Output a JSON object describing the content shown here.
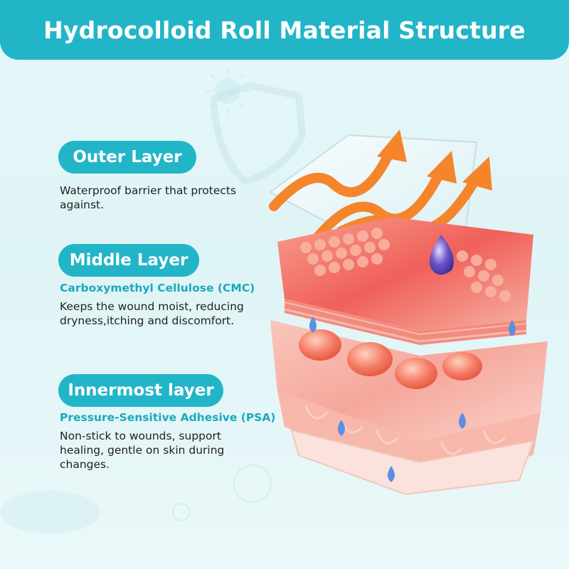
{
  "title": "Hydrocolloid Roll Material Structure",
  "layers": [
    {
      "name": "Outer Layer",
      "subtitle": "",
      "description": "Waterproof barrier that protects against."
    },
    {
      "name": "Middle Layer",
      "subtitle": "Carboxymethyl Cellulose (CMC)",
      "description": "Keeps the wound moist, reducing dryness,itching and discomfort."
    },
    {
      "name": "Innermost layer",
      "subtitle": "Pressure-Sensitive Adhesive (PSA)",
      "description": "Non-stick to wounds, support healing, gentle on skin during changes."
    }
  ],
  "colors": {
    "accent": "#22b5c8",
    "subtitle": "#1aa9bc",
    "arrow": "#f5852b",
    "top_layer": "#f0605a",
    "middle_layer": "#f6a79c",
    "drop": "#6a56c9"
  },
  "icons": [
    "virus-icon",
    "shield-icon",
    "arrow-icon",
    "water-drop-icon"
  ]
}
